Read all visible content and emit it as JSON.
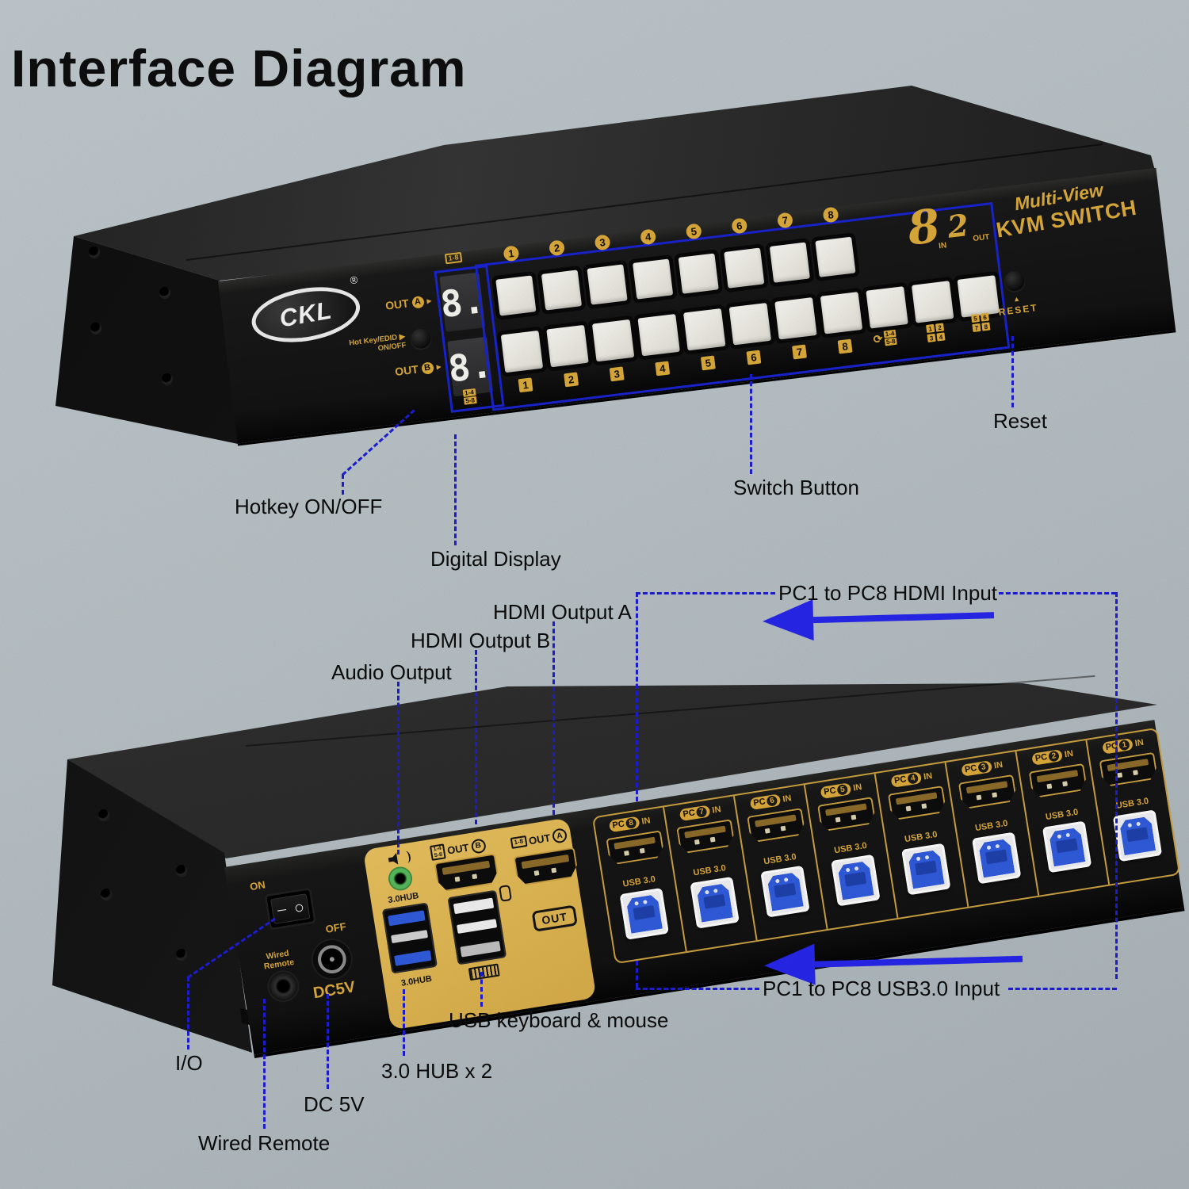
{
  "title": "Interface Diagram",
  "colors": {
    "annotation_blue": "#1c1cd2",
    "arrow_blue": "#2525e6",
    "gold": "#d8a739",
    "panel_yellow": "#dcb253",
    "usb_blue": "#2e59d8",
    "audio_green": "#4fae54",
    "wall_gray": "#b4bdc1"
  },
  "front": {
    "logo": "CKL",
    "logo_reg": "®",
    "hotkey_line1": "Hot Key/EDID ▶",
    "hotkey_line2": "ON/OFF",
    "out_label_a": "OUT",
    "out_label_b": "OUT",
    "out_a_badge": "A",
    "out_b_badge": "B",
    "pointer_a": "▶",
    "pointer_b": "▶",
    "display_top_icon": "1-8",
    "display_a": "8.",
    "display_b": "8.",
    "display_bottom_icon_top": "1-4",
    "display_bottom_icon_bottom": "5-8",
    "top_numbers": [
      "1",
      "2",
      "3",
      "4",
      "5",
      "6",
      "7",
      "8"
    ],
    "bottom_numbers": [
      "1",
      "2",
      "3",
      "4",
      "5",
      "6",
      "7",
      "8"
    ],
    "cycle_icon": "⟳",
    "cycle_top": "1-4",
    "cycle_bottom": "5-8",
    "grid_a": [
      "1",
      "2",
      "3",
      "4"
    ],
    "grid_b": [
      "5",
      "6",
      "7",
      "8"
    ],
    "logo8": {
      "eight": "8",
      "in": "IN",
      "two": "2",
      "out": "OUT"
    },
    "brand_line1": "Multi-View",
    "brand_line2": "KVM SWITCH",
    "reset_pointer": "▲",
    "reset_label": "RESET"
  },
  "rear": {
    "power_on": "ON",
    "power_off": "OFF",
    "wired_line1": "Wired",
    "wired_line2": "Remote",
    "dc_label": "DC5V",
    "hub_label_top": "3.0HUB",
    "hub_label_bottom": "3.0HUB",
    "out_b": {
      "icon_top": "1-4",
      "icon_bottom": "5-8",
      "label": "OUT",
      "badge": "B"
    },
    "out_a": {
      "icon": "1-8",
      "label": "OUT",
      "badge": "A"
    },
    "out_box": "OUT",
    "pc_ports": [
      {
        "name": "PC",
        "num": "8",
        "suffix": "IN",
        "usb": "USB 3.0"
      },
      {
        "name": "PC",
        "num": "7",
        "suffix": "IN",
        "usb": "USB 3.0"
      },
      {
        "name": "PC",
        "num": "6",
        "suffix": "IN",
        "usb": "USB 3.0"
      },
      {
        "name": "PC",
        "num": "5",
        "suffix": "IN",
        "usb": "USB 3.0"
      },
      {
        "name": "PC",
        "num": "4",
        "suffix": "IN",
        "usb": "USB 3.0"
      },
      {
        "name": "PC",
        "num": "3",
        "suffix": "IN",
        "usb": "USB 3.0"
      },
      {
        "name": "PC",
        "num": "2",
        "suffix": "IN",
        "usb": "USB 3.0"
      },
      {
        "name": "PC",
        "num": "1",
        "suffix": "IN",
        "usb": "USB 3.0"
      }
    ]
  },
  "annotations": {
    "hotkey": "Hotkey ON/OFF",
    "digital_display": "Digital Display",
    "switch_button": "Switch Button",
    "reset": "Reset",
    "audio_output": "Audio Output",
    "hdmi_output_b": "HDMI Output B",
    "hdmi_output_a": "HDMI Output A",
    "hdmi_input": "PC1 to PC8 HDMI Input",
    "usb_input": "PC1 to PC8 USB3.0 Input",
    "usb_kbm": "USB keyboard & mouse",
    "io": "I/O",
    "hub_x2": "3.0 HUB x 2",
    "dc_5v": "DC 5V",
    "wired_remote": "Wired Remote"
  }
}
